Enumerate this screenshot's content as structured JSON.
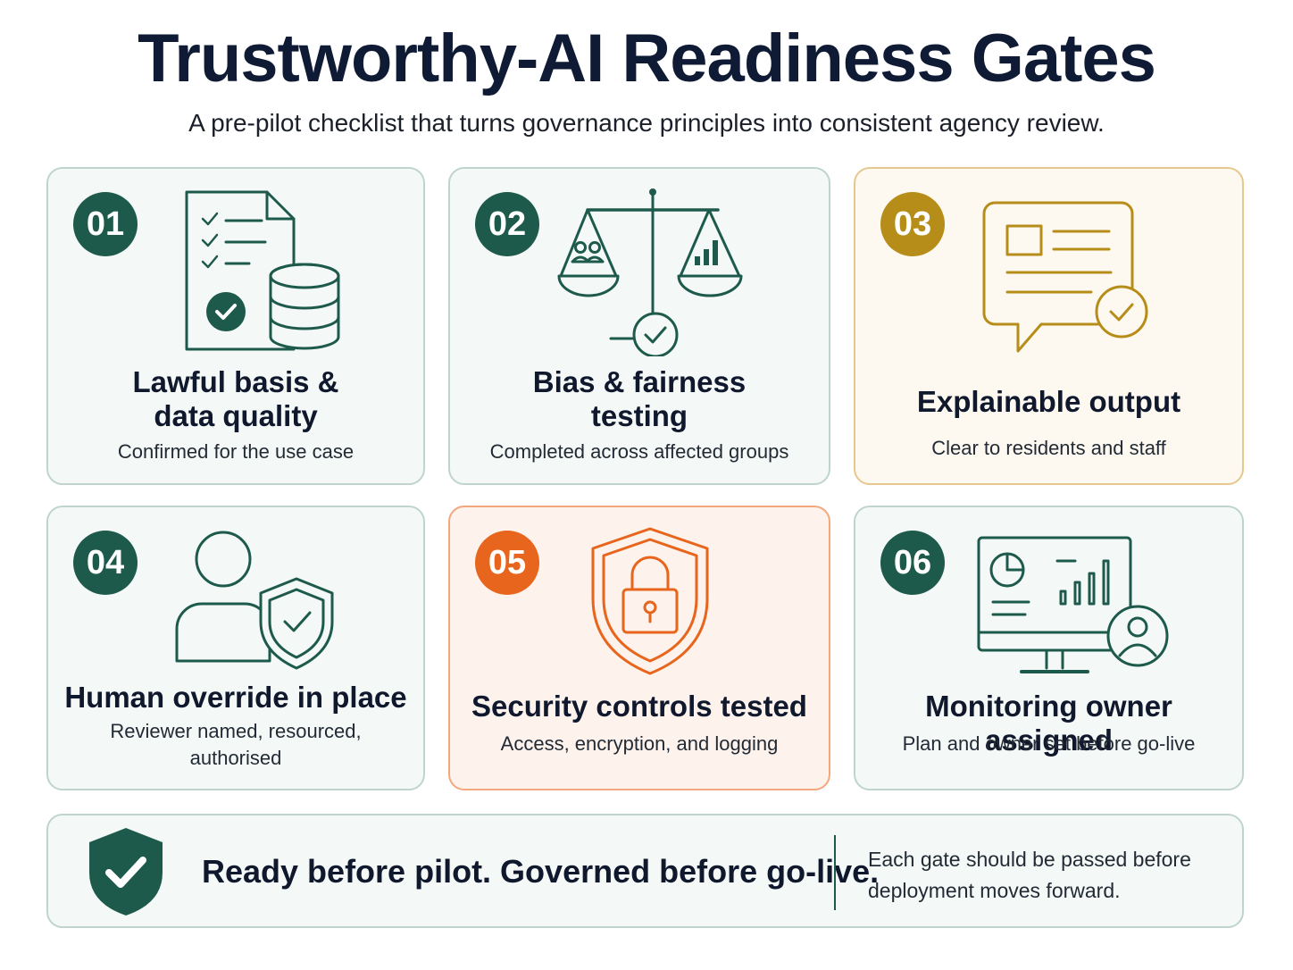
{
  "header": {
    "title": "Trustworthy-AI Readiness Gates",
    "subtitle": "A pre-pilot checklist that turns governance principles into consistent agency review."
  },
  "colors": {
    "green": "#1e5a4c",
    "gold": "#b78d1a",
    "orange": "#e7651c",
    "navy": "#0f1a35"
  },
  "gates": [
    {
      "number": "01",
      "title_line1": "Lawful basis &",
      "title_line2": "data quality",
      "subtitle": "Confirmed for the use case",
      "icon": "document-checklist-database-icon",
      "accent": "green"
    },
    {
      "number": "02",
      "title_line1": "Bias & fairness",
      "title_line2": "testing",
      "subtitle": "Completed across affected groups",
      "icon": "balance-scale-icon",
      "accent": "green"
    },
    {
      "number": "03",
      "title": "Explainable output",
      "subtitle": "Clear to residents and staff",
      "icon": "speech-bubble-check-icon",
      "accent": "gold"
    },
    {
      "number": "04",
      "title": "Human override in place",
      "subtitle_line1": "Reviewer named, resourced,",
      "subtitle_line2": "authorised",
      "icon": "person-shield-icon",
      "accent": "green"
    },
    {
      "number": "05",
      "title": "Security controls tested",
      "subtitle": "Access, encryption, and logging",
      "icon": "shield-lock-icon",
      "accent": "orange"
    },
    {
      "number": "06",
      "title": "Monitoring owner assigned",
      "subtitle": "Plan and owner set before go-live",
      "icon": "monitor-dashboard-user-icon",
      "accent": "green"
    }
  ],
  "footer": {
    "title": "Ready before pilot. Governed before go-live.",
    "note_line1": "Each gate should be passed before",
    "note_line2": "deployment moves forward.",
    "icon": "shield-check-icon"
  }
}
